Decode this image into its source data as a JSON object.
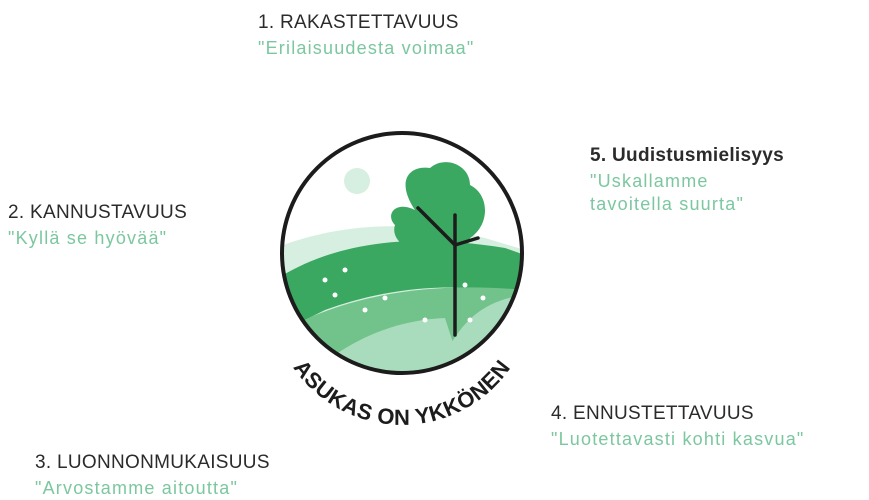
{
  "values": [
    {
      "title": "1. RAKASTETTAVUUS",
      "slogan": "\"Erilaisuudesta voimaa\""
    },
    {
      "title": "2. KANNUSTAVUUS",
      "slogan": "\"Kyllä se hyövää\""
    },
    {
      "title": "3. LUONNONMUKAISUUS",
      "slogan": "\"Arvostamme aitoutta\""
    },
    {
      "title": "4. ENNUSTETTAVUUS",
      "slogan": "\"Luotettavasti kohti kasvua\""
    },
    {
      "title": "5. Uudistusmielisyys",
      "slogan": "\"Uskallamme\ntavoitella suurta\""
    }
  ],
  "logo": {
    "text": "ASUKAS ON YKKÖNEN",
    "colors": {
      "ring": "#1c1c1c",
      "dark_green": "#3aa860",
      "mid_green": "#72c28b",
      "light_green": "#a9dcbc",
      "pale_green": "#d6efe0"
    }
  }
}
